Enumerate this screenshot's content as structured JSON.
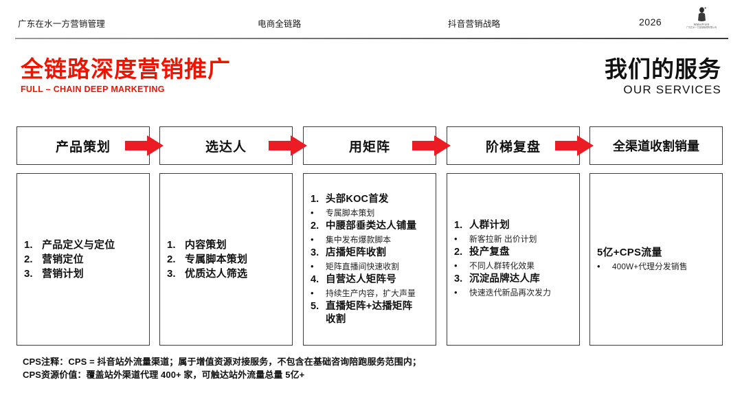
{
  "header": {
    "items": [
      {
        "name": "company",
        "text": "广东在水一方营销管理"
      },
      {
        "name": "topic",
        "text": "电商全链路"
      },
      {
        "name": "strategy",
        "text": "抖音营销战略"
      },
      {
        "name": "year",
        "text": "2026"
      }
    ],
    "logo": {
      "name": "waterfront-logo",
      "text": "WaterFront",
      "subtext": "广东在水一方营销管理有限公司"
    }
  },
  "titles": {
    "left": {
      "cn": "全链路深度营销推广",
      "en": "FULL – CHAIN DEEP MARKETING",
      "color": "#f01400"
    },
    "right": {
      "cn": "我们的服务",
      "en": "OUR SERVICES",
      "color": "#111111"
    }
  },
  "flow": {
    "arrow_color": "#ec1c24",
    "columns": [
      {
        "head": "产品策划",
        "items": [
          {
            "num": "1.",
            "text": "产品定义与定位"
          },
          {
            "num": "2.",
            "text": "营销定位"
          },
          {
            "num": "3.",
            "text": "营销计划"
          }
        ]
      },
      {
        "head": "选达人",
        "items": [
          {
            "num": "1.",
            "text": "内容策划"
          },
          {
            "num": "2.",
            "text": "专属脚本策划"
          },
          {
            "num": "3.",
            "text": "优质达人筛选"
          }
        ]
      },
      {
        "head": "用矩阵",
        "items": [
          {
            "num": "1.",
            "text": "头部KOC首发"
          },
          {
            "sub": "专属脚本策划"
          },
          {
            "num": "2.",
            "text": "中腰部垂类达人铺量"
          },
          {
            "sub": "集中发布爆款脚本"
          },
          {
            "num": "3.",
            "text": "店播矩阵收割"
          },
          {
            "sub": "矩阵直播间快速收割"
          },
          {
            "num": "4.",
            "text": "自营达人矩阵号"
          },
          {
            "sub": "持续生产内容，扩大声量"
          },
          {
            "num": "5.",
            "text": "直播矩阵+达播矩阵"
          },
          {
            "cont": "收割"
          }
        ]
      },
      {
        "head": "阶梯复盘",
        "items": [
          {
            "num": "1.",
            "text": "人群计划"
          },
          {
            "sub": "新客拉新 出价计划"
          },
          {
            "num": "2.",
            "text": "投产复盘"
          },
          {
            "sub": "不同人群转化效果"
          },
          {
            "num": "3.",
            "text": "沉淀品牌达人库"
          },
          {
            "sub": "快速迭代新品再次发力"
          }
        ]
      },
      {
        "head": "全渠道收割销量",
        "items": [
          {
            "big": "5亿+CPS流量"
          },
          {
            "sub": "400W+代理分发销售"
          }
        ]
      }
    ]
  },
  "footer": {
    "notes": [
      "CPS注释：CPS = 抖音站外流量渠道；属于增值资源对接服务，不包含在基础咨询陪跑服务范围内；",
      "CPS资源价值：覆盖站外渠道代理 400+ 家，可触达站外流量总量 5亿+"
    ]
  }
}
